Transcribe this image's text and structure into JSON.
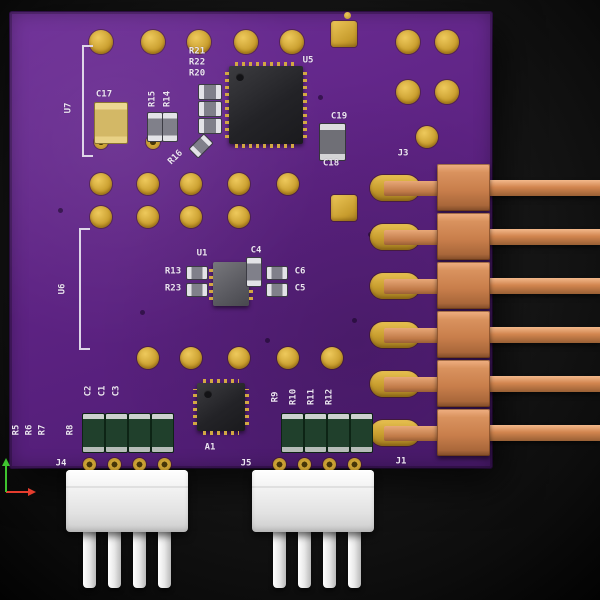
{
  "viewport": {
    "description": "3D rendered view of a purple PCB with pin headers and connectors",
    "axis_gizmo": {
      "x_color": "#e53d2e",
      "y_color": "#3fc42f"
    }
  },
  "board": {
    "substrate_color": "#5e2384",
    "pad_color": "#d0a431",
    "silkscreen_color": "#ece4f2",
    "refs": {
      "U1": "U1",
      "U5": "U5",
      "U6": "U6",
      "U7": "U7",
      "A1": "A1",
      "R5": "R5",
      "R6": "R6",
      "R7": "R7",
      "R8": "R8",
      "R9": "R9",
      "R10": "R10",
      "R11": "R11",
      "R12": "R12",
      "R13": "R13",
      "R14": "R14",
      "R15": "R15",
      "R16": "R16",
      "R20": "R20",
      "R21": "R21",
      "R22": "R22",
      "R23": "R23",
      "C1": "C1",
      "C2": "C2",
      "C3": "C3",
      "C4": "C4",
      "C5": "C5",
      "C6": "C6",
      "C17": "C17",
      "C18": "C18",
      "C19": "C19",
      "J1": "J1",
      "J3": "J3",
      "J4": "J4",
      "J5": "J5"
    }
  },
  "components": {
    "header_color": "#cf8a55",
    "connector_color": "#efefef",
    "ic_color": "#28282b",
    "green_part_color": "#20402c"
  }
}
